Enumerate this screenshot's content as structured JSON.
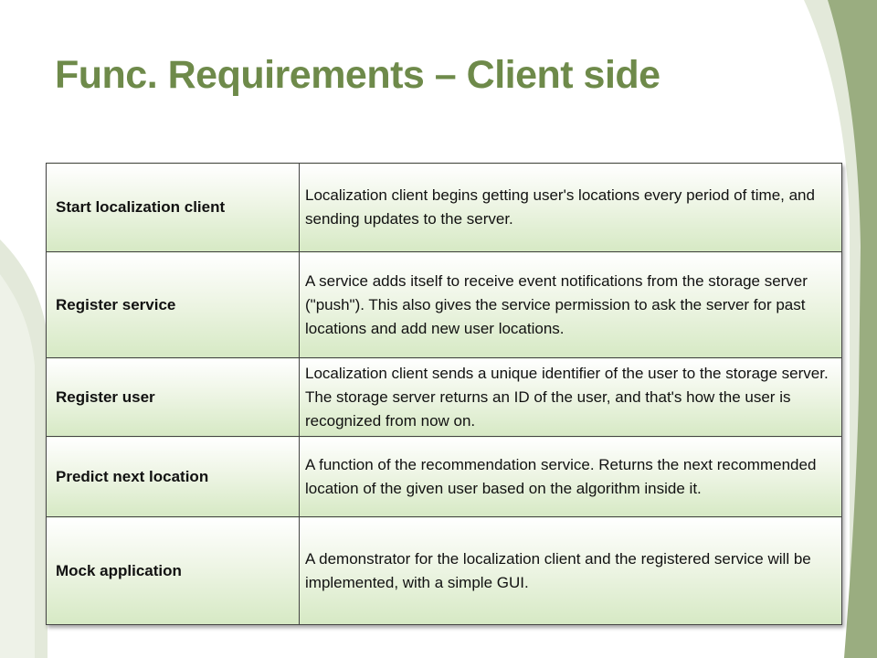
{
  "slide": {
    "title": "Func. Requirements – Client side",
    "colors": {
      "title": "#6e8a4a",
      "swoosh_dark": "#9aad80",
      "swoosh_light": "#e3e9da",
      "cell_gradient_bottom": "#d6e9c4"
    }
  },
  "table": {
    "rows": [
      {
        "name": "Start localization client",
        "description": "Localization client begins getting user's locations every period of time, and sending updates to the server."
      },
      {
        "name": "Register service",
        "description": "A service adds itself to receive event notifications from the storage server (\"push\"). This also gives the service permission to ask the server for past locations and add new user locations."
      },
      {
        "name": "Register user",
        "description": "Localization client sends a unique identifier of the user to the storage server. The storage server returns an ID of the user, and that's how the user is recognized from now on."
      },
      {
        "name": "Predict next location",
        "description": "A function of the recommendation service. Returns the next recommended location of the given user based on the algorithm inside it."
      },
      {
        "name": "Mock application",
        "description": "A demonstrator for the localization client and the registered service will be implemented, with a simple GUI."
      }
    ]
  }
}
